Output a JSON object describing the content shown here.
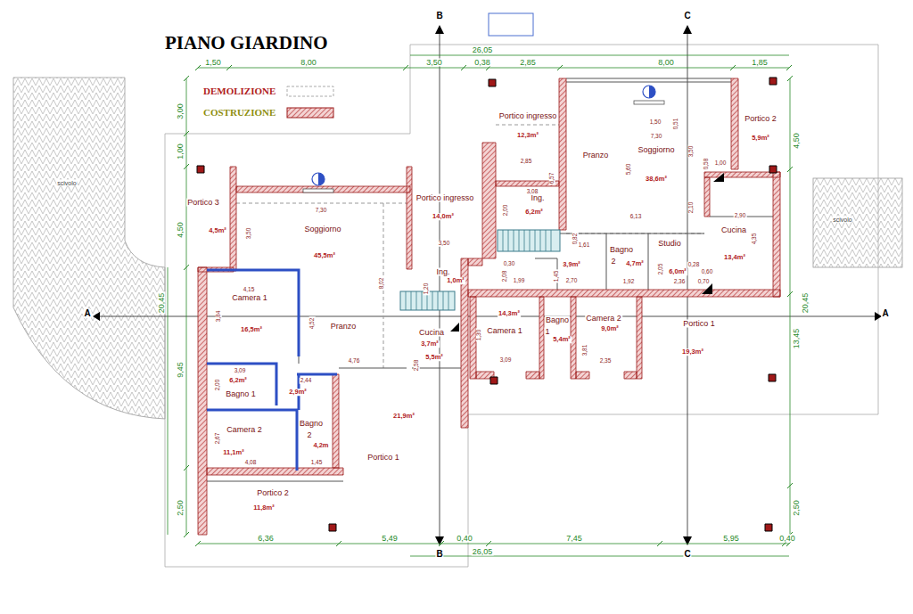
{
  "diagram": {
    "title": "PIANO GIARDINO",
    "labels": [
      "1,50",
      "8,00",
      "3,50",
      "0,38",
      "2,85",
      "8,00",
      "1,85",
      "26,05",
      "6,36",
      "5,49",
      "0,40",
      "7,45",
      "5,95",
      "0,40",
      "26,05",
      "3,00",
      "1,00",
      "4,50",
      "20,45",
      "9,45",
      "2,50",
      "4,50",
      "20,45",
      "13,45",
      "2,50",
      "B",
      "B",
      "C",
      "C",
      "A",
      "A",
      "scivolo",
      "scivolo",
      "Portico 3",
      "4,5m²",
      "Soggiorno",
      "45,5m²",
      "7,30",
      "3,50",
      "Portico ingresso",
      "14,0m²",
      "3,50",
      "Ing.",
      "1,0m²",
      "1,20",
      "Camera 1",
      "16,5m²",
      "4,15",
      "3,84",
      "4,52",
      "8,02",
      "Pranzo",
      "Cucina",
      "3,7m²",
      "2,58",
      "5,5m²",
      "3,09",
      "6,2m²",
      "Bagno 1",
      "2,00",
      "2,44",
      "2,9m²",
      "4,76",
      "Camera 2",
      "11,1m²",
      "2,67",
      "4,08",
      "1,45",
      "Bagno",
      "2",
      "4,2m",
      "Portico 1",
      "21,9m²",
      "Portico 2",
      "11,8m²",
      "Portico ingresso",
      "12,3m²",
      "2,85",
      "Pranzo",
      "Soggiorno",
      "38,6m²",
      "7,30",
      "1,50",
      "0,51",
      "5,60",
      "3,50",
      "6,57",
      "Portico 2",
      "5,9m²",
      "0,58",
      "1,00",
      "Ing.",
      "6,2m²",
      "3,08",
      "2,00",
      "6,13",
      "2,10",
      "2,90",
      "4,35",
      "Studio",
      "Cucina",
      "13,4m²",
      "Bagno",
      "2",
      "4,7m²",
      "3,9m²",
      "1,61",
      "0,82",
      "6,0m²",
      "0,28",
      "0,60",
      "2,05",
      "0,70",
      "1,45",
      "2,70",
      "1,92",
      "2,36",
      "0,30",
      "2,08",
      "1,99",
      "Camera 1",
      "14,3m²",
      "1,30",
      "3,09",
      "Bagno",
      "1",
      "5,4m²",
      "Camera 2",
      "9,0m²",
      "3,81",
      "2,35",
      "Portico 1",
      "19,3m²"
    ],
    "legend": [
      {
        "text": "DEMOLIZIONE"
      },
      {
        "text": "COSTRUZIONE"
      }
    ]
  }
}
